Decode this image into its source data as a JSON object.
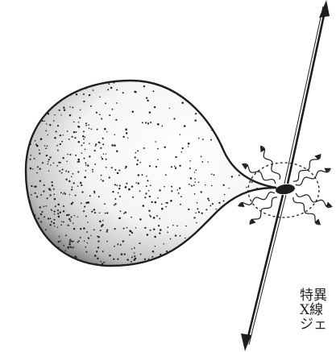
{
  "labels": {
    "line1": "特異",
    "line2": "X線",
    "line3": "ジェ"
  },
  "colors": {
    "ink": "#1e1e1e",
    "paper": "#ffffff"
  }
}
